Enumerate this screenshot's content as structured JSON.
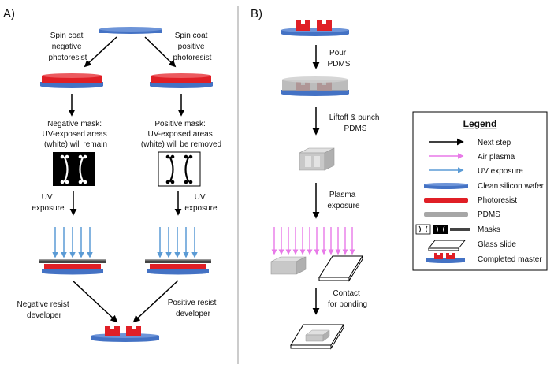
{
  "panel_a": {
    "label": "A)",
    "spin_neg": [
      "Spin coat",
      "negative",
      "photoresist"
    ],
    "spin_pos": [
      "Spin coat",
      "positive",
      "photoresist"
    ],
    "neg_mask": [
      "Negative mask:",
      "UV-exposed areas",
      "(white) will remain"
    ],
    "pos_mask": [
      "Positive mask:",
      "UV-exposed areas",
      "(white) will be removed"
    ],
    "uv_left": [
      "UV",
      "exposure"
    ],
    "uv_right": [
      "UV",
      "exposure"
    ],
    "neg_dev": [
      "Negative resist",
      "developer"
    ],
    "pos_dev": [
      "Positive resist",
      "developer"
    ]
  },
  "panel_b": {
    "label": "B)",
    "pour": [
      "Pour",
      "PDMS"
    ],
    "liftoff": [
      "Liftoff & punch",
      "PDMS"
    ],
    "plasma": [
      "Plasma",
      "exposure"
    ],
    "contact": [
      "Contact",
      "for bonding"
    ]
  },
  "legend": {
    "title": "Legend",
    "items": [
      "Next step",
      "Air plasma",
      "UV exposure",
      "Clean silicon wafer",
      "Photoresist",
      "PDMS",
      "Masks",
      "Glass slide",
      "Completed master"
    ]
  },
  "colors": {
    "wafer": "#4472c4",
    "photoresist": "#e01f26",
    "pdms": "#a6a6a6",
    "uv": "#5b9bd5",
    "plasma": "#e879e8",
    "arrow": "#000000"
  }
}
